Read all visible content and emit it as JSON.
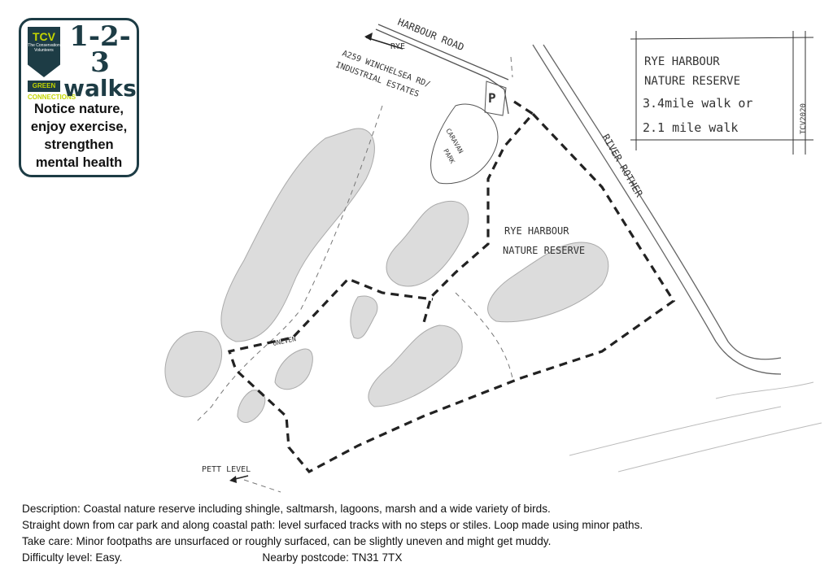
{
  "logo": {
    "org": "TCV",
    "org_full": "The Conservation Volunteers",
    "program": "GREEN CONNECTIONS",
    "brand_number": "1-2-3",
    "brand_word": "walks",
    "tagline": [
      "Notice nature,",
      "enjoy exercise,",
      "strengthen",
      "mental health"
    ]
  },
  "map": {
    "labels": {
      "harbour_road": "HARBOUR ROAD",
      "rye": "RYE",
      "a259_line1": "A259 WINCHELSEA RD/",
      "a259_line2": "INDUSTRIAL ESTATES",
      "parking": "P",
      "caravan_line1": "CARAVAN",
      "caravan_line2": "PARK",
      "river": "RIVER ROTHER",
      "reserve_line1": "RYE HARBOUR",
      "reserve_line2": "NATURE RESERVE",
      "uneven": "UNEVEN",
      "pett_level": "PETT LEVEL",
      "credit": "TCV2020"
    },
    "title_box": [
      "RYE HARBOUR",
      "NATURE RESERVE",
      "3.4mile walk or",
      "2.1 mile walk"
    ]
  },
  "description": {
    "line1": "Description: Coastal nature reserve including shingle, saltmarsh, lagoons, marsh and a wide variety of birds.",
    "line2": "Straight down from car park and along coastal path: level surfaced tracks with no steps or stiles. Loop made using minor paths.",
    "line3": "Take care: Minor footpaths are unsurfaced or roughly surfaced, can be slightly uneven and might get muddy.",
    "difficulty": "Difficulty level: Easy.",
    "postcode": "Nearby postcode: TN31 7TX"
  }
}
